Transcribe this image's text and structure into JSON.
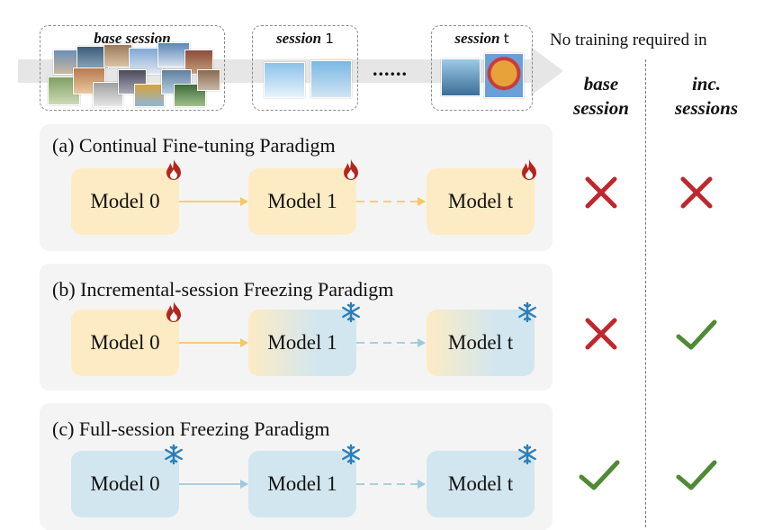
{
  "sessions": {
    "base_label": "base session",
    "session1_label": "session",
    "session1_index": "1",
    "sessiont_label": "session",
    "sessiont_index": "t",
    "ellipsis": "......"
  },
  "header": {
    "no_training": "No training required in",
    "col_base_line1": "base",
    "col_base_line2": "session",
    "col_inc_line1": "inc.",
    "col_inc_line2": "sessions"
  },
  "paradigms": [
    {
      "title": "(a) Continual Fine-tuning Paradigm",
      "models": [
        "Model 0",
        "Model 1",
        "Model t"
      ],
      "badges": [
        "fire-icon",
        "fire-icon",
        "fire-icon"
      ],
      "base_no_training": false,
      "inc_no_training": false
    },
    {
      "title": "(b) Incremental-session Freezing Paradigm",
      "models": [
        "Model 0",
        "Model 1",
        "Model t"
      ],
      "badges": [
        "fire-icon",
        "snowflake-icon",
        "snowflake-icon"
      ],
      "base_no_training": false,
      "inc_no_training": true
    },
    {
      "title": "(c) Full-session Freezing Paradigm",
      "models": [
        "Model 0",
        "Model 1",
        "Model t"
      ],
      "badges": [
        "snowflake-icon",
        "snowflake-icon",
        "snowflake-icon"
      ],
      "base_no_training": true,
      "inc_no_training": true
    }
  ],
  "colors": {
    "warm": "#fdebc4",
    "cool": "#d2e6ef",
    "fire": "#b3261e",
    "snow": "#2b7fb8",
    "cross": "#c0272d",
    "check": "#4f8a35",
    "arrow_warm": "#f6c85f",
    "arrow_cool": "#9ccbe0"
  }
}
